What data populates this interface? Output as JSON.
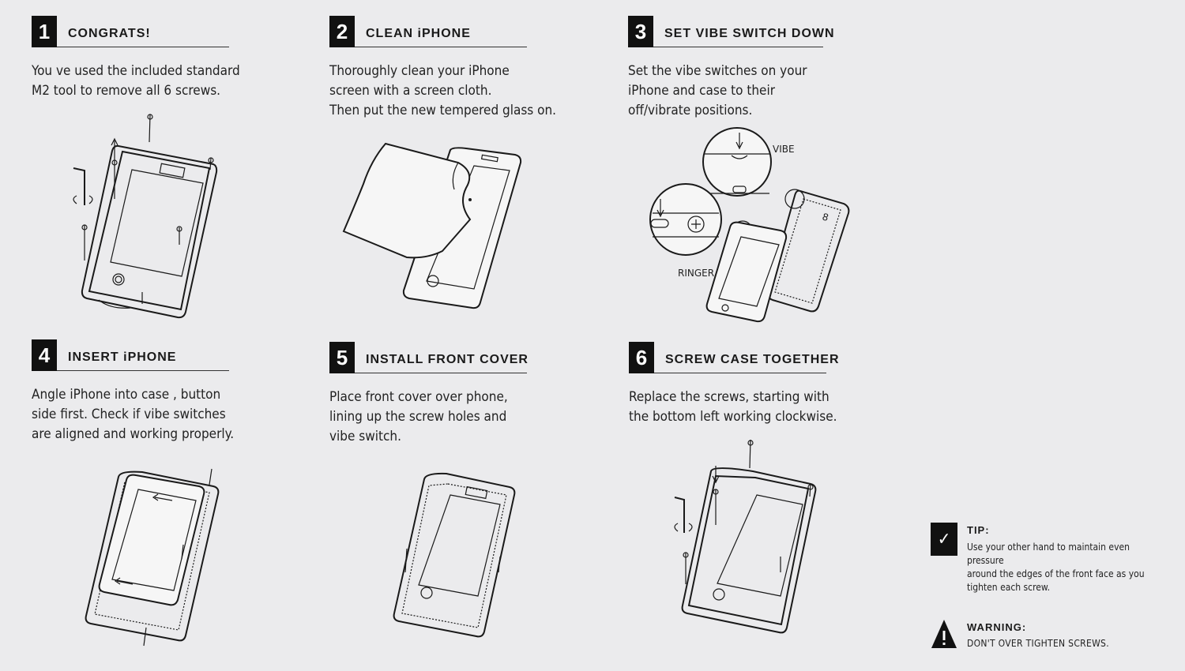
{
  "steps": [
    {
      "number": "1",
      "title": "CONGRATS!",
      "text": "You ve used the included standard\nM2 tool to remove all 6 screws."
    },
    {
      "number": "2",
      "title": "CLEAN iPHONE",
      "text": "Thoroughly clean your iPhone\nscreen with a screen cloth.\nThen put the new tempered glass on."
    },
    {
      "number": "3",
      "title": "SET VIBE SWITCH DOWN",
      "text": "Set the vibe switches on your\niPhone and  case  to their\noff/vibrate positions."
    },
    {
      "number": "4",
      "title": "INSERT iPHONE",
      "text": "Angle iPhone into  case , button\nside first. Check if vibe switches\nare aligned and working properly."
    },
    {
      "number": "5",
      "title": "INSTALL FRONT COVER",
      "text": "Place front cover over phone,\nlining up the screw holes and\nvibe switch."
    },
    {
      "number": "6",
      "title": "SCREW CASE TOGETHER",
      "text": "Replace the screws, starting with\nthe bottom left working clockwise."
    }
  ],
  "callouts": {
    "vibe": "VIBE",
    "ringer": "RINGER"
  },
  "tip": {
    "icon": "checkmark-icon",
    "title": "TIP:",
    "text": "Use your other hand to maintain even pressure\naround the edges of the front face as you\ntighten each screw."
  },
  "warning": {
    "icon": "warning-triangle-icon",
    "title": "WARNING:",
    "text": "DON'T OVER TIGHTEN SCREWS."
  }
}
